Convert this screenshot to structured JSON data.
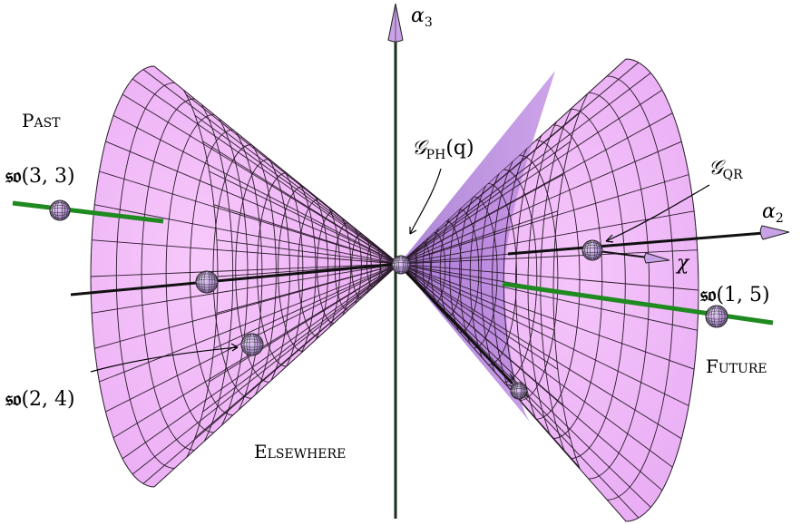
{
  "labels": {
    "past": "Past",
    "future": "Future",
    "elsewhere": "Elsewhere",
    "alpha3": "α",
    "alpha3_sub": "3",
    "alpha2": "α",
    "alpha2_sub": "2",
    "chi": "χ",
    "g_ph": "𝒢",
    "g_ph_sub": "PH",
    "g_ph_arg": "(q)",
    "g_qr": "𝒢",
    "g_qr_sub": "QR",
    "so33_fr": "𝔰𝔬",
    "so33_arg": "(3, 3)",
    "so24_fr": "𝔰𝔬",
    "so24_arg": "(2, 4)",
    "so15_fr": "𝔰𝔬",
    "so15_arg": "(1, 5)"
  },
  "colors": {
    "cone_fill": "#f4b8f8",
    "cone_shade": "#c98ee6",
    "cone_inner": "#b07cd8",
    "grid": "#2a1a2a",
    "axis": "#1b1b1b",
    "green_line": "#1f8a1f",
    "sphere": "#c9a1e6"
  },
  "icons": {
    "sphere": "latitude-longitude-sphere-icon",
    "arrowhead": "cone-arrowhead-icon"
  }
}
